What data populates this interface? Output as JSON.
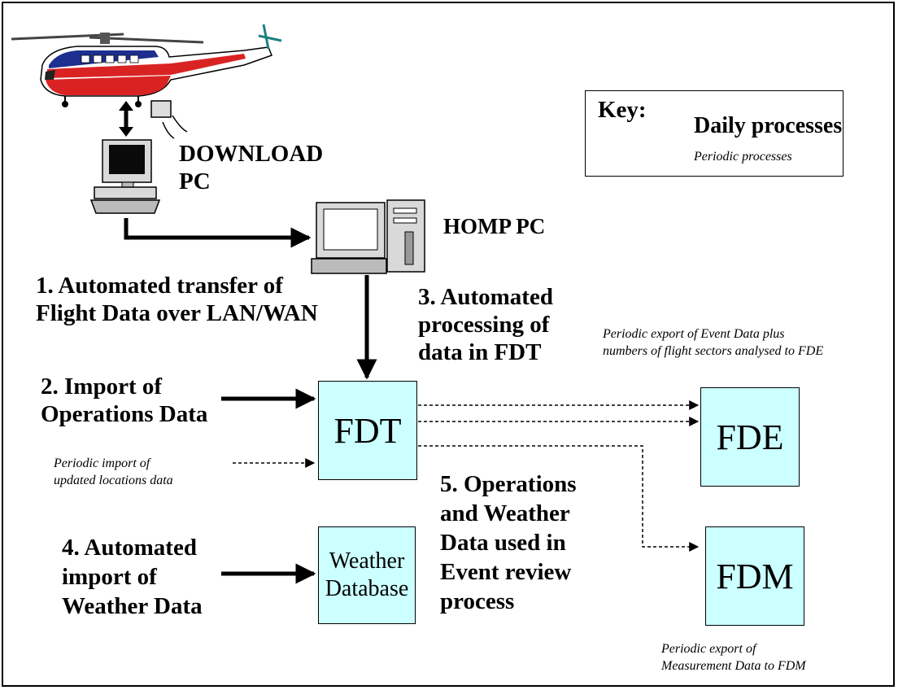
{
  "labels": {
    "download_pc": "DOWNLOAD",
    "download_pc_line2": "PC",
    "homp_pc": "HOMP PC",
    "step1_line1": "1. Automated transfer of",
    "step1_line2": "Flight Data over LAN/WAN",
    "step2_line1": "2. Import of",
    "step2_line2": "Operations Data",
    "step3_line1": "3. Automated",
    "step3_line2": "processing of",
    "step3_line3": "data in FDT",
    "step4_line1": "4. Automated",
    "step4_line2": "import of",
    "step4_line3": "Weather Data",
    "step5_line1": "5. Operations",
    "step5_line2": "and Weather",
    "step5_line3": "Data used in",
    "step5_line4": "Event review",
    "step5_line5": "process",
    "periodic_import_line1": "Periodic import of",
    "periodic_import_line2": "updated locations data",
    "periodic_export_fde_line1": "Periodic export of Event Data plus",
    "periodic_export_fde_line2": "numbers of flight sectors analysed to FDE",
    "periodic_export_fdm_line1": "Periodic export of",
    "periodic_export_fdm_line2": "Measurement Data to FDM"
  },
  "boxes": {
    "fdt": "FDT",
    "fde": "FDE",
    "fdm": "FDM",
    "weather_line1": "Weather",
    "weather_line2": "Database"
  },
  "key": {
    "title": "Key:",
    "daily": "Daily processes",
    "periodic": "Periodic processes"
  },
  "colors": {
    "box_fill": "#ccffff",
    "helicopter_red": "#d92323",
    "helicopter_blue": "#1d2f8f",
    "monitor_screen": "#0a0a0a",
    "pc_body": "#d9d9d9"
  }
}
